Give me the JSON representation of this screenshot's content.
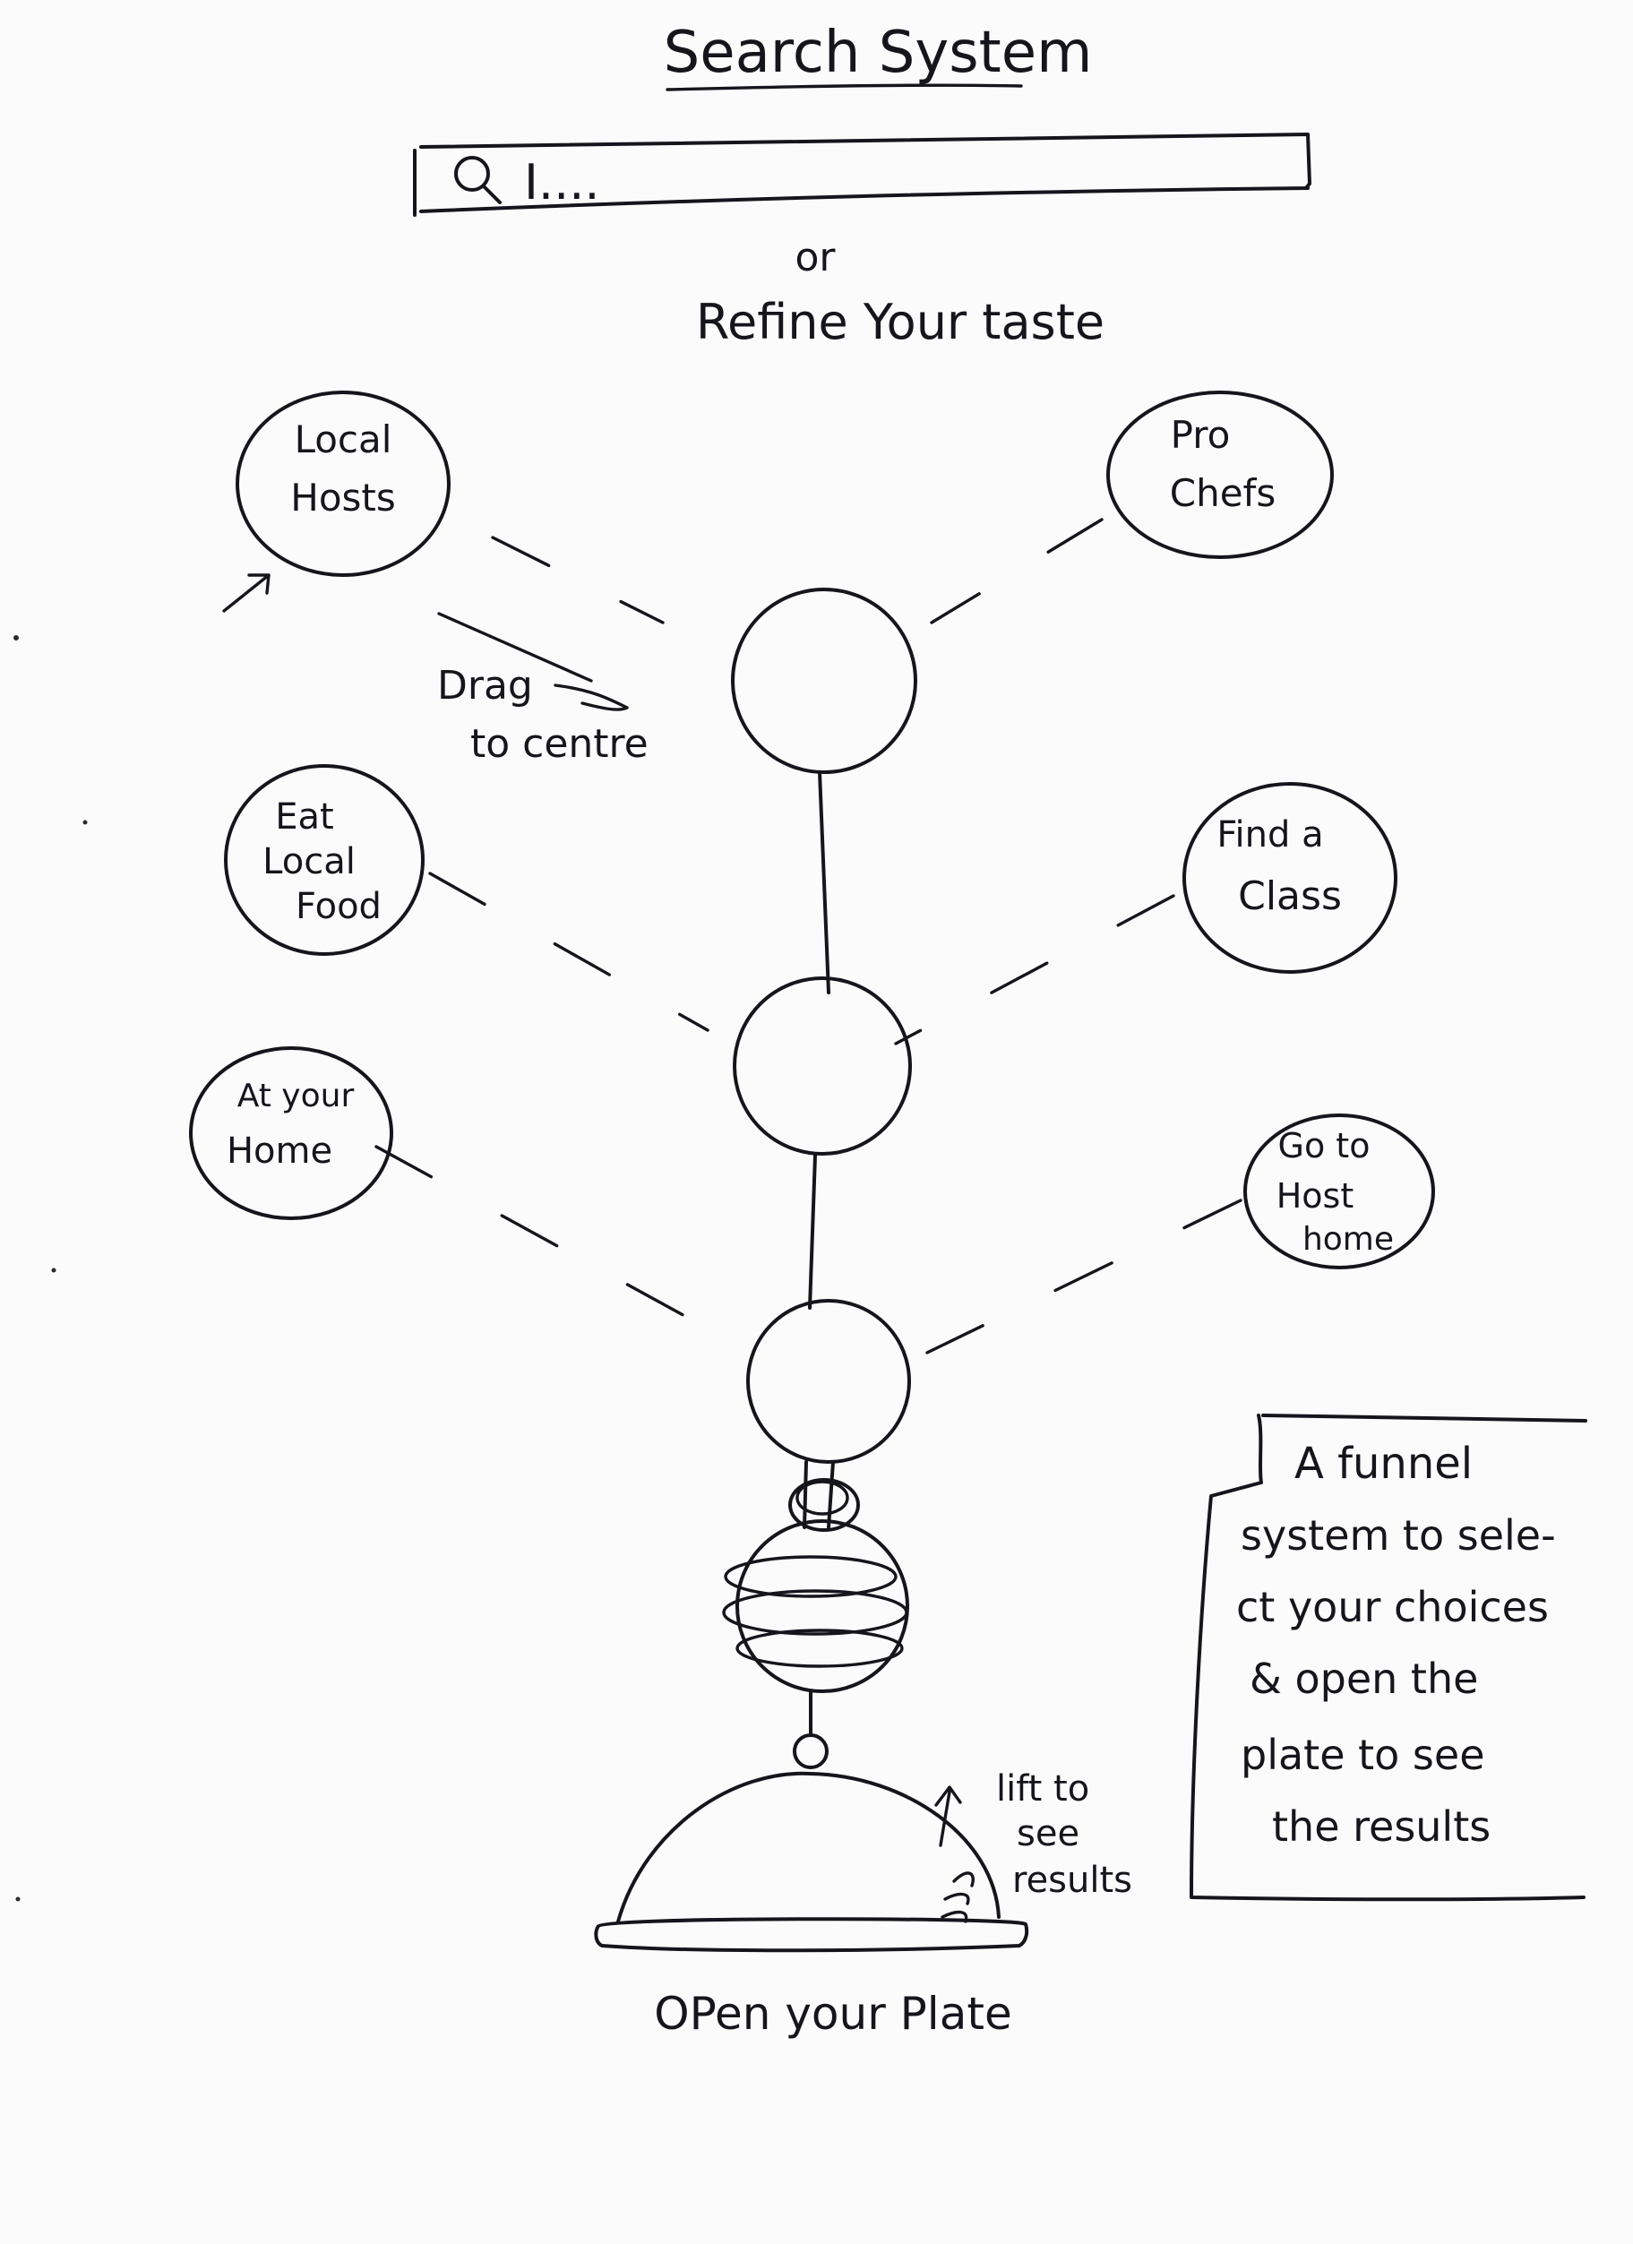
{
  "title": "Search System",
  "search": {
    "placeholder": "I...."
  },
  "or_label": "or",
  "refine_label": "Refine Your taste",
  "options": {
    "local_hosts": [
      "Local",
      "Hosts"
    ],
    "pro_chefs": [
      "Pro",
      "Chefs"
    ],
    "eat_local_food": [
      "Eat",
      "Local",
      "Food"
    ],
    "find_a_class": [
      "Find a",
      "Class"
    ],
    "at_your_home": [
      "At your",
      "Home"
    ],
    "go_to_host_home": [
      "Go to",
      "Host",
      "home"
    ]
  },
  "drag_note": [
    "Drag",
    "to centre"
  ],
  "lift_note": [
    "lift to",
    "see",
    "results"
  ],
  "plate_label": "OPen your Plate",
  "funnel_note": [
    "A funnel",
    "system to sele-",
    "ct your choices",
    "& open the",
    "plate to see",
    "the results"
  ]
}
